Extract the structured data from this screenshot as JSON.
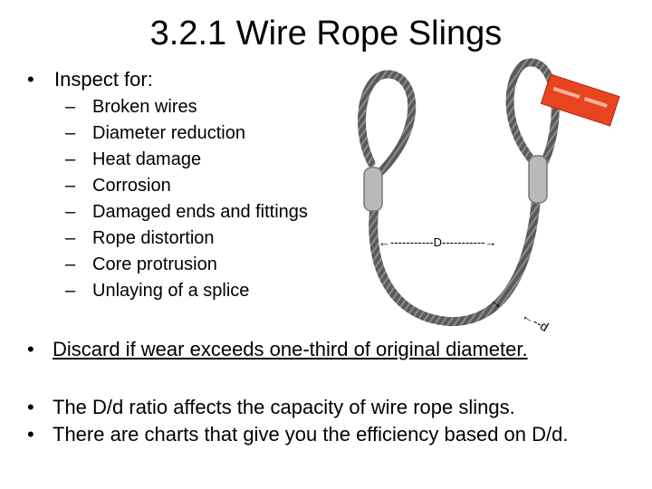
{
  "slide": {
    "title": "3.2.1 Wire Rope Slings",
    "inspect_heading": "Inspect for:",
    "inspect_items": [
      "Broken wires",
      "Diameter reduction",
      "Heat damage",
      "Corrosion",
      "Damaged ends and fittings",
      "Rope distortion",
      "Core protrusion",
      "Unlaying of a splice"
    ],
    "discard_text": "Discard if wear exceeds one-third of original diameter.",
    "dd_ratio_text": "The D/d ratio affects the capacity of wire rope slings.",
    "charts_text": "There are charts that give you the efficiency based on D/d.",
    "bullet_symbol": "•",
    "dash_symbol": "–"
  },
  "diagram": {
    "big_d_label": "←-----------D-----------→",
    "small_d_arrow": "→",
    "small_d_label": "←--d",
    "rope_color": "#5a5a5a",
    "sleeve_color": "#b9b9b9",
    "tag_color": "#e8441f"
  }
}
